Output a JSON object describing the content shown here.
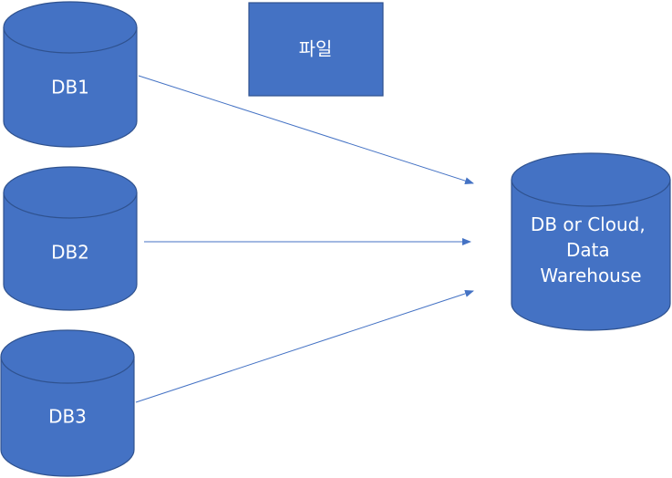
{
  "diagram": {
    "sources": [
      {
        "label": "DB1"
      },
      {
        "label": "DB2"
      },
      {
        "label": "DB3"
      }
    ],
    "file_box": {
      "label": "파일"
    },
    "target": {
      "lines": [
        "DB or Cloud,",
        "Data",
        "Warehouse"
      ]
    },
    "colors": {
      "fill": "#4472c4",
      "stroke": "#2f528f",
      "edge": "#4472c4",
      "text": "#ffffff"
    }
  }
}
